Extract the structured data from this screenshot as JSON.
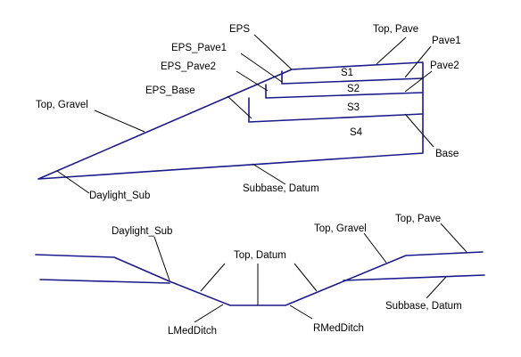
{
  "colors": {
    "line": "#1a1a8c",
    "leader": "#000000",
    "background": "#ffffff"
  },
  "top_diagram": {
    "labels": {
      "eps": "EPS",
      "eps_pave1": "EPS_Pave1",
      "eps_pave2": "EPS_Pave2",
      "eps_base": "EPS_Base",
      "top_gravel": "Top, Gravel",
      "top_pave": "Top, Pave",
      "pave1": "Pave1",
      "pave2": "Pave2",
      "s1": "S1",
      "s2": "S2",
      "s3": "S3",
      "s4": "S4",
      "base": "Base",
      "daylight_sub": "Daylight_Sub",
      "subbase_datum": "Subbase, Datum"
    }
  },
  "bottom_diagram": {
    "labels": {
      "daylight_sub": "Daylight_Sub",
      "top_datum": "Top, Datum",
      "top_gravel": "Top, Gravel",
      "top_pave": "Top, Pave",
      "lmed_ditch": "LMedDitch",
      "rmed_ditch": "RMedDitch",
      "subbase_datum": "Subbase, Datum"
    }
  }
}
